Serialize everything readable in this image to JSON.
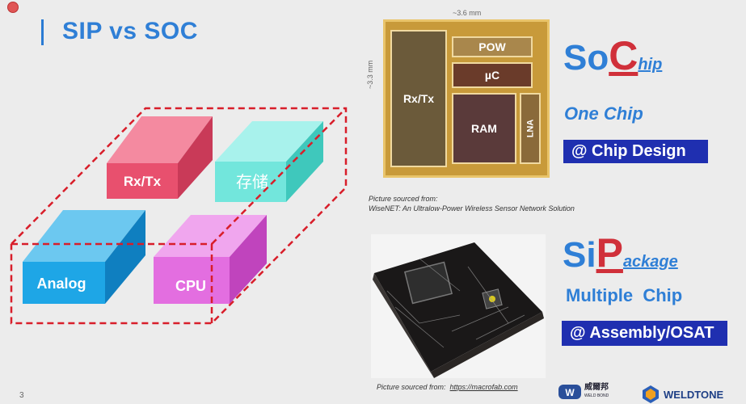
{
  "slide": {
    "title": "SIP  vs  SOC",
    "page_number": "3"
  },
  "diagram": {
    "blocks": {
      "rxtx": "Rx/Tx",
      "storage": "存储",
      "analog": "Analog",
      "cpu": "CPU"
    },
    "colors": {
      "rxtx": "#e8506e",
      "storage": "#72e6dc",
      "analog": "#1ea6e6",
      "cpu": "#e36ee0",
      "dashed": "#d81e2a"
    }
  },
  "die_photo": {
    "dim_width": "~3.6 mm",
    "dim_height": "~3.3 mm",
    "blocks": {
      "pow": "POW",
      "uc": "µC",
      "rxtx": "Rx/Tx",
      "ram": "RAM",
      "lna": "LNA"
    },
    "caption_line1": "Picture sourced from:",
    "caption_line2": "WiseNET: An Ultralow-Power Wireless Sensor Network Solution"
  },
  "soc": {
    "so": "So",
    "c": "C",
    "hip": "hip",
    "one_chip": "One Chip",
    "tag": "@ Chip Design"
  },
  "sip": {
    "si": "Si",
    "p": "P",
    "ackage": "ackage",
    "multiple_chip": "Multiple  Chip",
    "tag": "@ Assembly/OSAT"
  },
  "package_photo": {
    "caption_prefix": "Picture sourced from:",
    "caption_link": "https://macrofab.com"
  },
  "logos": {
    "weldbond_cn": "威爾邦",
    "weldbond_en": "WELD BOND",
    "weldtone": "WELDTONE"
  }
}
